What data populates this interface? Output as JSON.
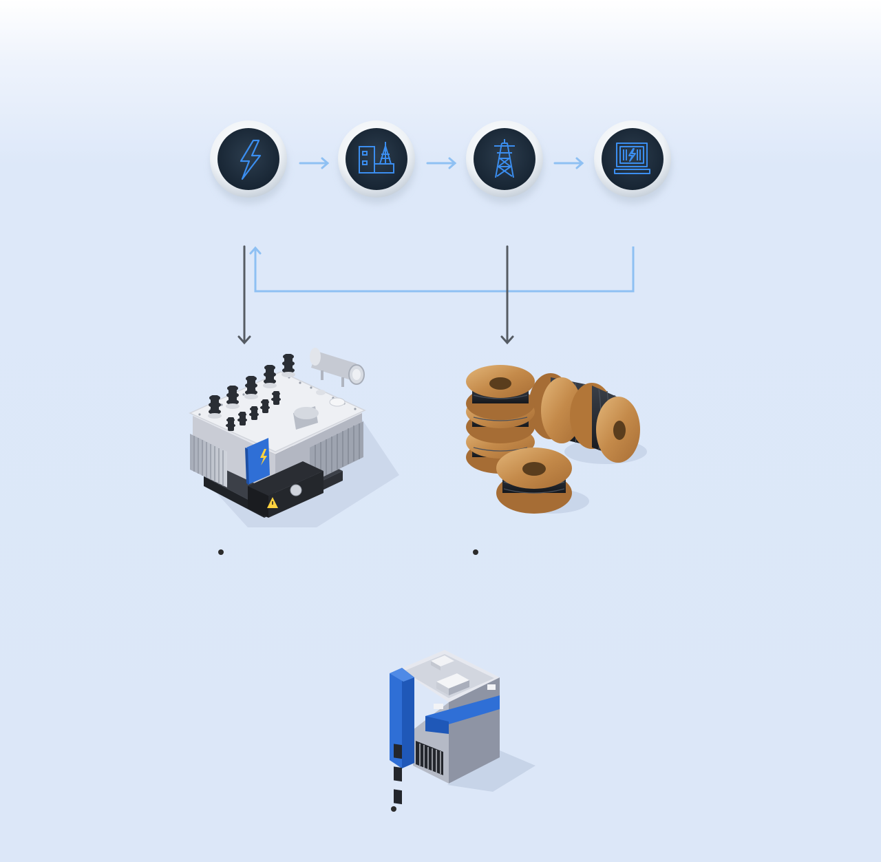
{
  "flow": {
    "steps": [
      {
        "icon": "lightning-bolt-icon"
      },
      {
        "icon": "power-plant-icon"
      },
      {
        "icon": "transmission-tower-icon"
      },
      {
        "icon": "electrical-panel-icon"
      }
    ]
  },
  "products": [
    {
      "illustration": "power-transformer",
      "label": ""
    },
    {
      "illustration": "cable-reels",
      "label": ""
    },
    {
      "illustration": "office-building",
      "label": ""
    }
  ],
  "colors": {
    "accent_blue": "#2f6fd6",
    "light_blue_line": "#8ec0f3",
    "dark_line": "#555b63",
    "icon_disc": "#1e2c3a",
    "icon_glyph": "#3b8ef0",
    "background": "#dce7f8"
  }
}
